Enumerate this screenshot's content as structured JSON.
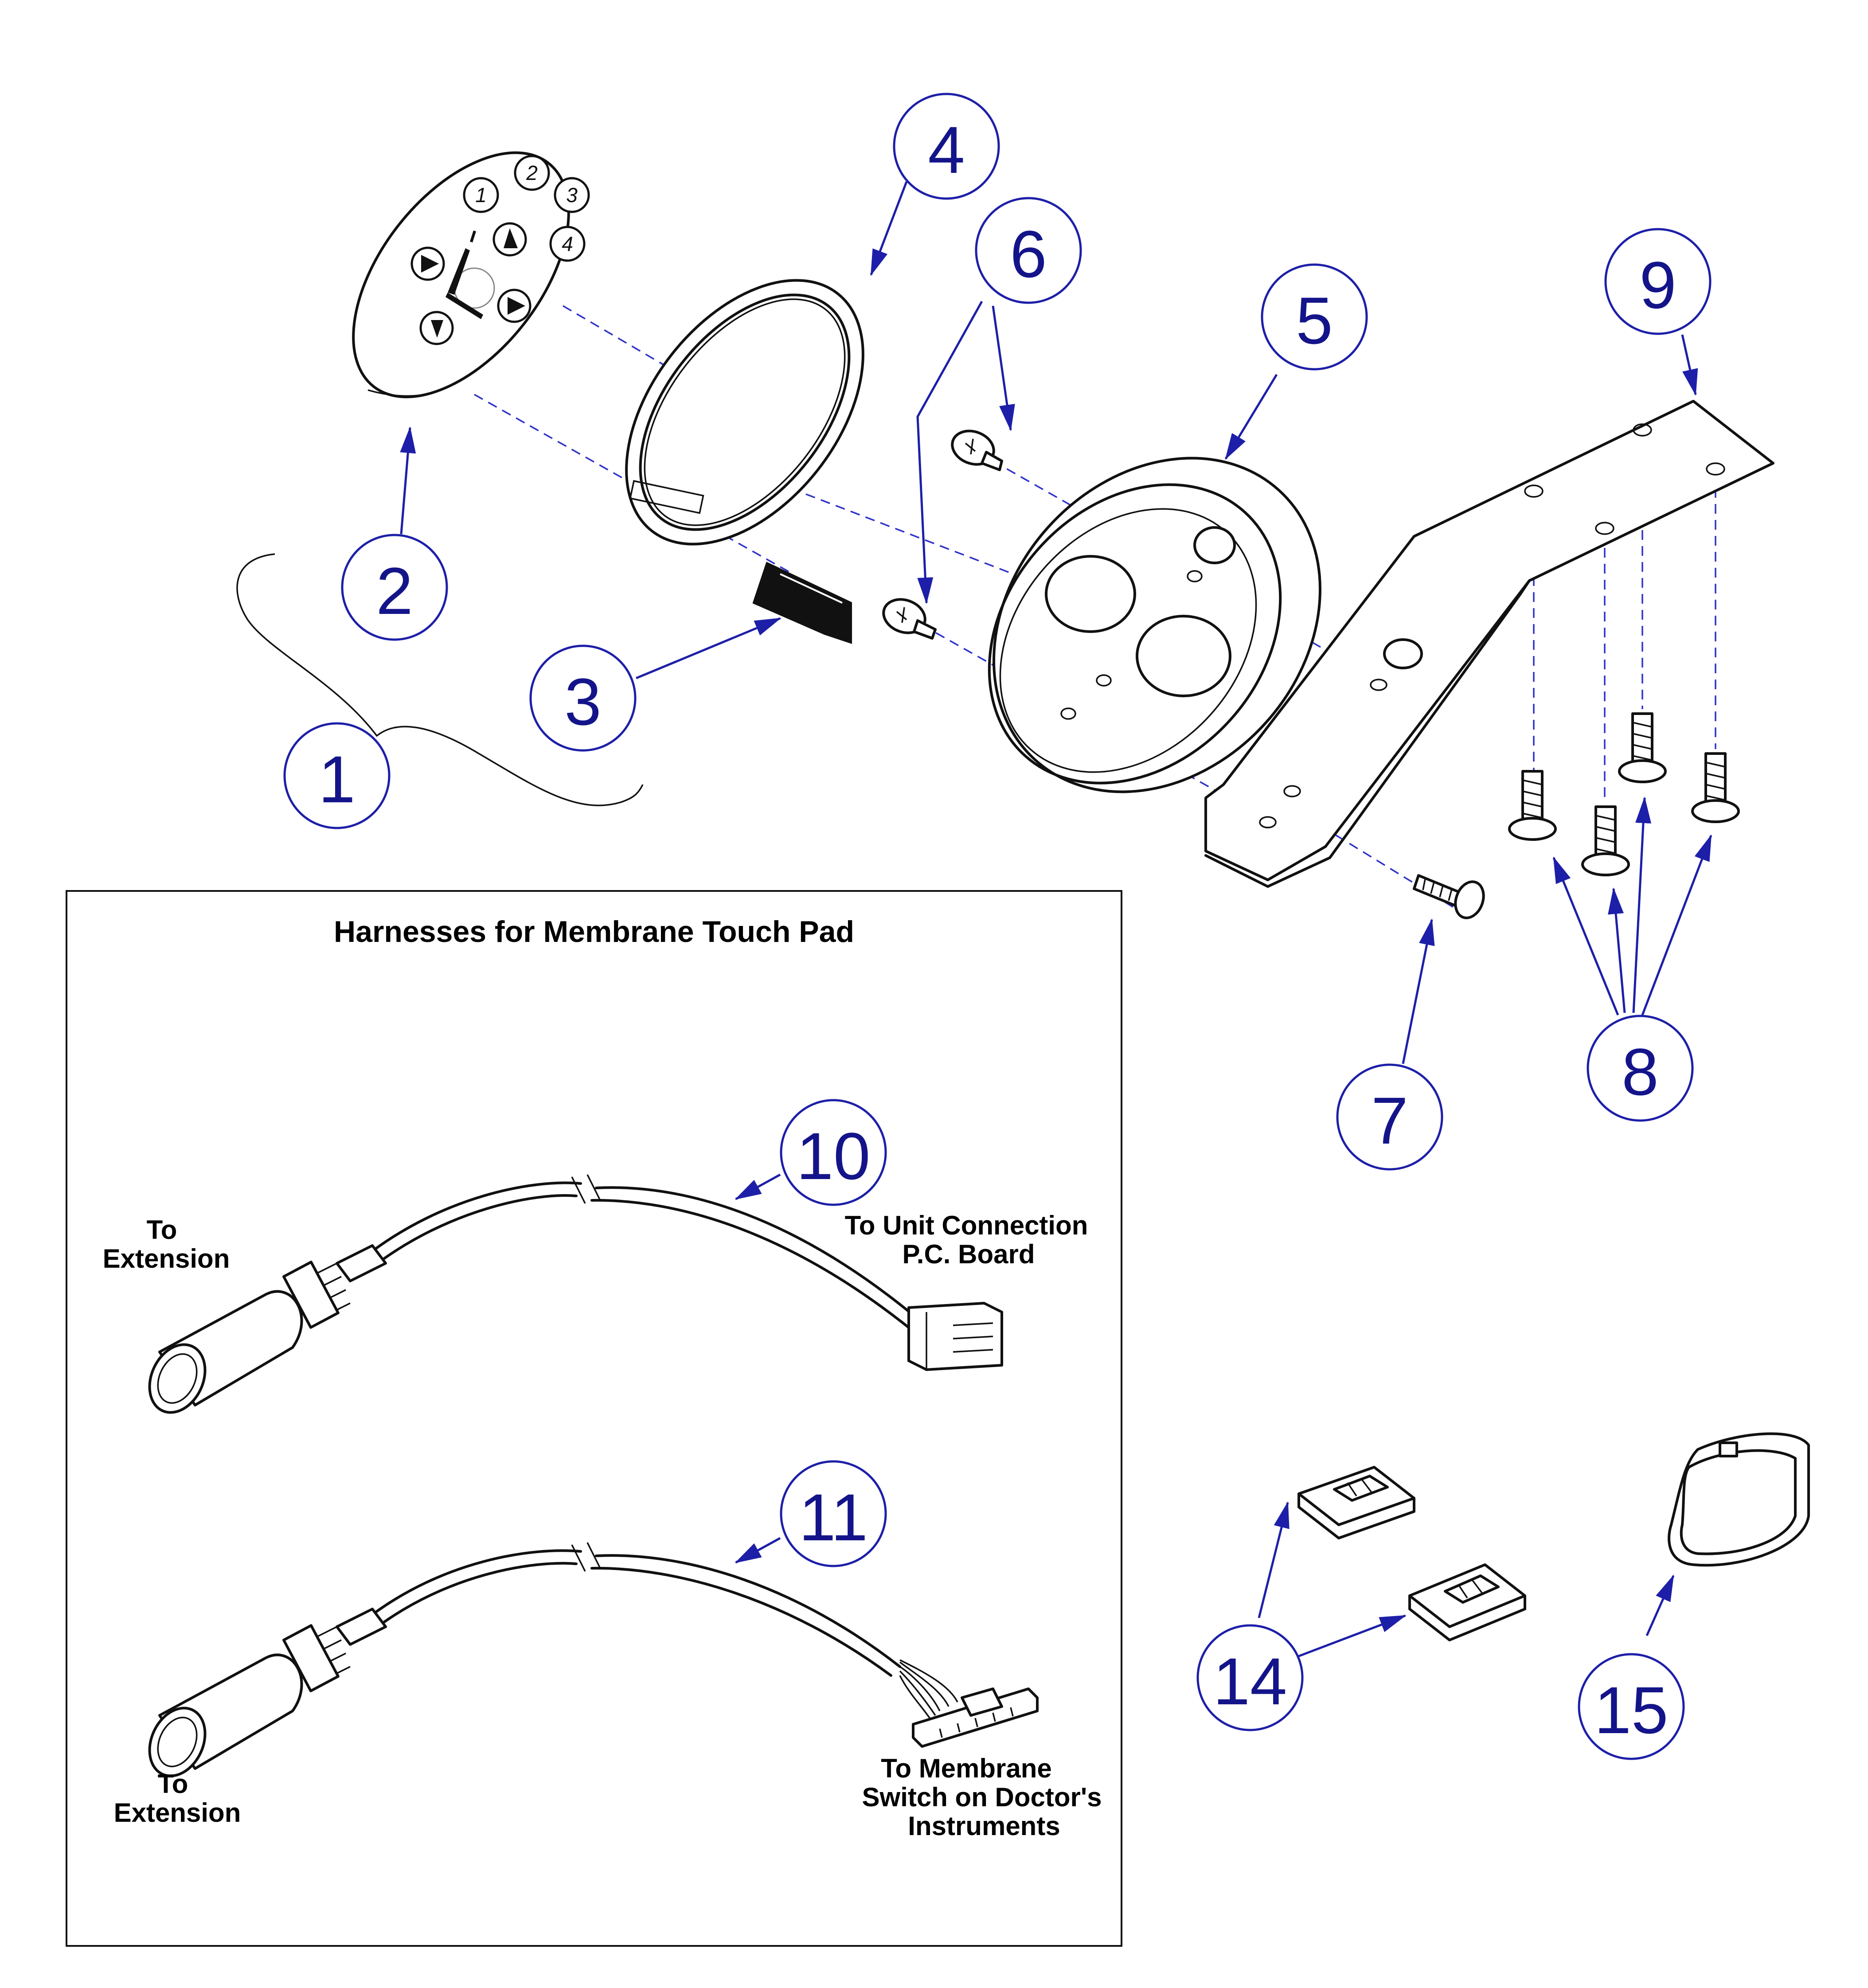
{
  "callouts": [
    {
      "id": "1",
      "text": "1"
    },
    {
      "id": "2",
      "text": "2"
    },
    {
      "id": "3",
      "text": "3"
    },
    {
      "id": "4",
      "text": "4"
    },
    {
      "id": "5",
      "text": "5"
    },
    {
      "id": "6",
      "text": "6"
    },
    {
      "id": "7",
      "text": "7"
    },
    {
      "id": "8",
      "text": "8"
    },
    {
      "id": "9",
      "text": "9"
    },
    {
      "id": "10",
      "text": "10"
    },
    {
      "id": "11",
      "text": "11"
    },
    {
      "id": "14",
      "text": "14"
    },
    {
      "id": "15",
      "text": "15"
    }
  ],
  "keypad": {
    "keys": [
      "1",
      "2",
      "3",
      "4"
    ]
  },
  "panel": {
    "title": "Harnesses for Membrane Touch Pad"
  },
  "harness_10": {
    "left_label": [
      "To",
      "Extension"
    ],
    "right_label": [
      "To Unit Connection",
      "P.C. Board"
    ]
  },
  "harness_11": {
    "left_label": [
      "To",
      "Extension"
    ],
    "right_label": [
      "To Membrane",
      "Switch on Doctor's",
      "Instruments"
    ]
  },
  "colors": {
    "callout": "#1d1fa8",
    "dashed_line": "#2f33c9",
    "line_art": "#111111"
  }
}
